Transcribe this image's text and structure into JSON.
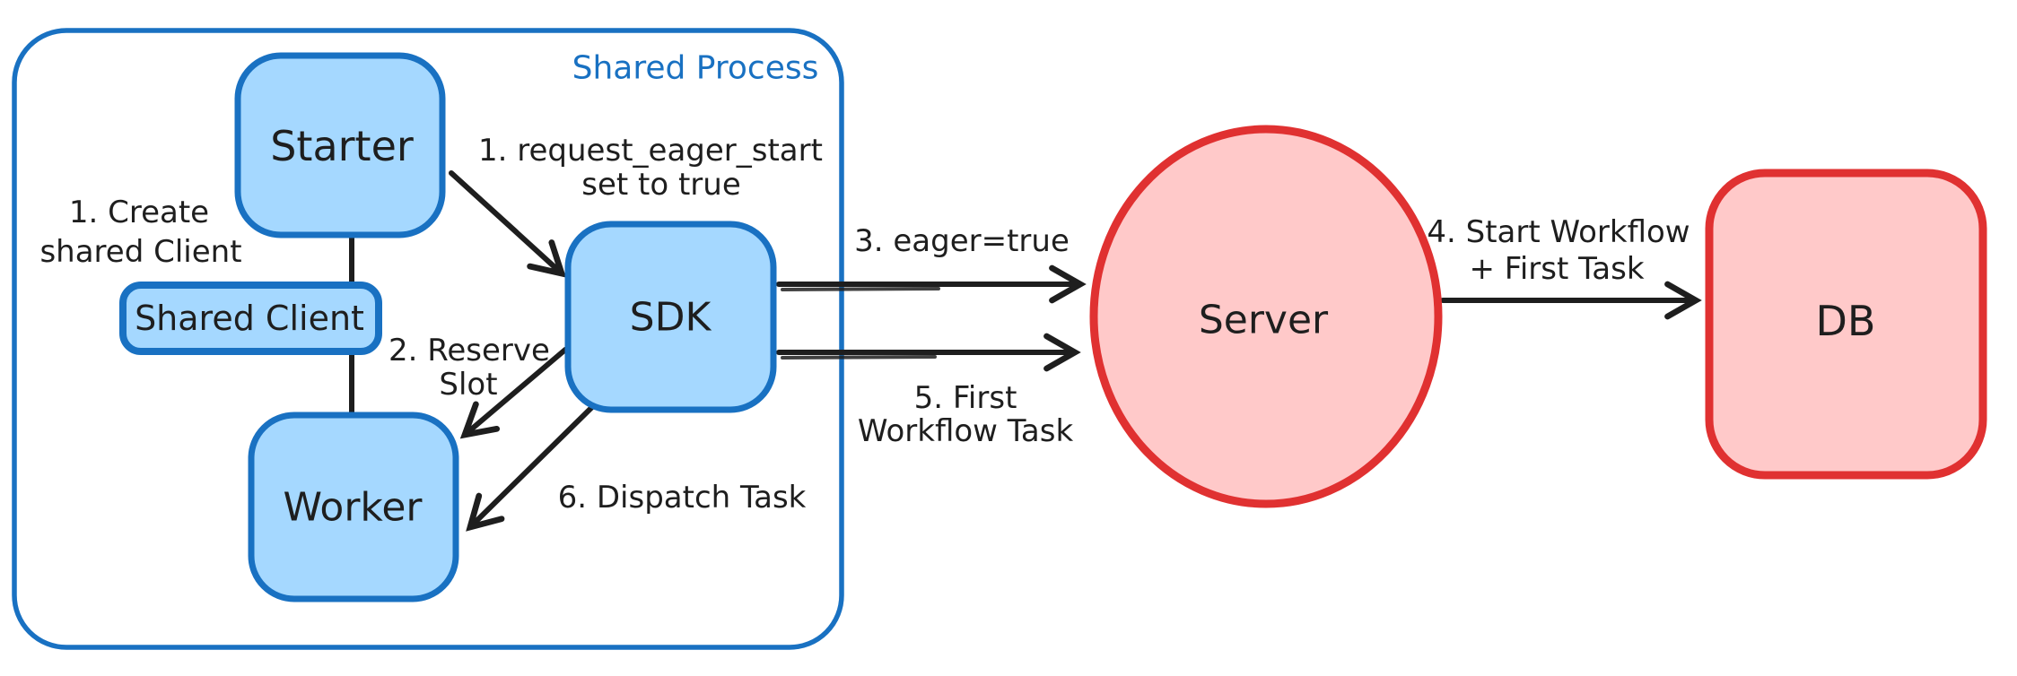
{
  "diagram": {
    "container": {
      "label": "Shared Process"
    },
    "nodes": {
      "starter": {
        "label": "Starter"
      },
      "shared_client": {
        "label": "Shared Client"
      },
      "worker": {
        "label": "Worker"
      },
      "sdk": {
        "label": "SDK"
      },
      "server": {
        "label": "Server"
      },
      "db": {
        "label": "DB"
      }
    },
    "labels": {
      "create_shared_client": {
        "line1": "1. Create",
        "line2": "shared Client"
      },
      "request_eager_start": {
        "line1": "1. request_eager_start",
        "line2": "set to true"
      },
      "reserve_slot": {
        "line1": "2. Reserve",
        "line2": "Slot"
      },
      "eager_true": {
        "line1": "3. eager=true"
      },
      "start_workflow": {
        "line1": "4. Start Workflow",
        "line2": "+ First Task"
      },
      "first_workflow_task": {
        "line1": "5. First",
        "line2": "Workflow Task"
      },
      "dispatch_task": {
        "line1": "6. Dispatch Task"
      }
    },
    "colors": {
      "blue_stroke": "#1971c2",
      "blue_fill": "#a5d8ff",
      "red_stroke": "#e03131",
      "red_fill": "#ffc9c9",
      "ink": "#1e1e1e",
      "background": "#ffffff"
    }
  }
}
